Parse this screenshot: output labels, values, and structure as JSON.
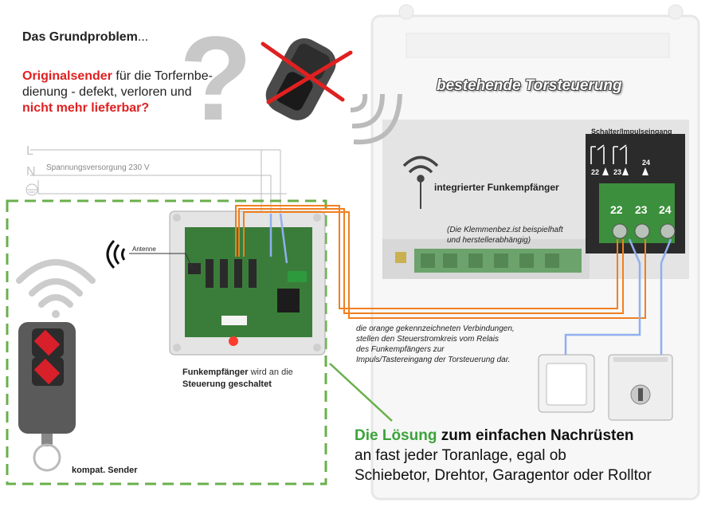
{
  "heading": {
    "title": "Das Grundproblem",
    "title_suffix": "..."
  },
  "problem": {
    "highlight_1": "Originalsender",
    "text_1": " für die Torfernbe-",
    "text_2": "dienung - defekt, verloren und",
    "highlight_2": "nicht mehr lieferbar?"
  },
  "power_lines": {
    "l": "L",
    "n": "N",
    "caption": "Spannungsversorgung 230 V"
  },
  "controller": {
    "title": "bestehende Torsteuerung",
    "integrated_receiver": "integrierter Funkempfänger",
    "note_line_1": "(Die Klemmenbez.ist beispielhaft",
    "note_line_2": "und herstellerabhängig)",
    "switch_title": "Schalter/Impulseingang",
    "terminals": [
      "22",
      "23",
      "24"
    ]
  },
  "receiver": {
    "antenna_label": "Antenne",
    "caption_bold": "Funkempfänger",
    "caption_rest": " wird an die",
    "caption_line_2": "Steuerung geschaltet"
  },
  "orange_note": [
    "die orange gekennzeichneten Verbindungen,",
    "stellen den Steuerstromkreis vom Relais",
    "des Funkempfängers zur",
    "Impuls/Tastereingang der Torsteuerung dar."
  ],
  "sender": {
    "caption": "kompat. Sender"
  },
  "solution": {
    "green": "Die Lösung",
    "bold": " zum einfachen Nachrüsten",
    "line_2": "an fast jeder Toranlage, egal ob",
    "line_3": "Schiebetor, Drehtor, Garagentor oder Rolltor"
  },
  "colors": {
    "accent_red": "#e02020",
    "accent_green": "#3aa33a",
    "wire_orange": "#f08020",
    "wire_blue": "#8fb0f0"
  }
}
